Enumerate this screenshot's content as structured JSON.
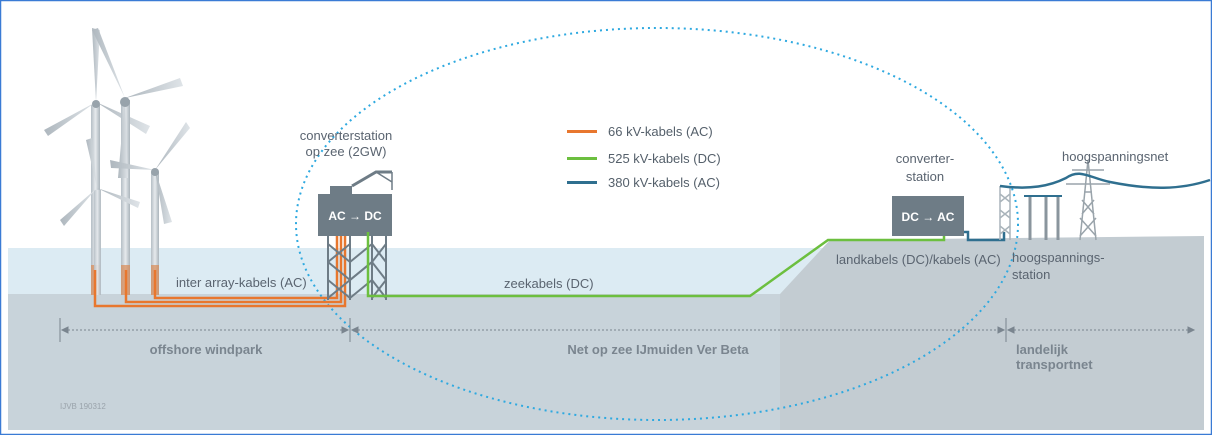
{
  "diagram": {
    "labels": {
      "converter_sea": [
        "converterstation",
        "op zee (2GW)"
      ],
      "converter_box_sea": "AC → DC",
      "converter_land": [
        "converter-",
        "station"
      ],
      "converter_box_land": "DC → AC",
      "grid": "hoogspanningsnet",
      "hv_station": [
        "hoogspannings-",
        "station"
      ],
      "inter_array": "inter array-kabels (AC)",
      "sea_cables": "zeekabels (DC)",
      "land_cables": "landkabels (DC)/kabels (AC)"
    },
    "legend": [
      {
        "label": "66 kV-kabels (AC)",
        "color": "#e8772e"
      },
      {
        "label": "525 kV-kabels (DC)",
        "color": "#6cbf3f"
      },
      {
        "label": "380 kV-kabels (AC)",
        "color": "#2f6f8f"
      }
    ],
    "sections": {
      "windpark": "offshore windpark",
      "net_op_zee": "Net op zee IJmuiden Ver Beta",
      "transport": [
        "landelijk",
        "transportnet"
      ]
    },
    "code": "IJVB 190312",
    "colors": {
      "sky": "#ffffff",
      "sea_surface": "#dcebf3",
      "sea_body": "#c8d3da",
      "land": "#c3ccd2",
      "platform": "#6e7c86",
      "turbine": "#c9d0d5",
      "dotted_ellipse": "#2ea9e0",
      "frame_border": "#3a7bd5"
    }
  }
}
